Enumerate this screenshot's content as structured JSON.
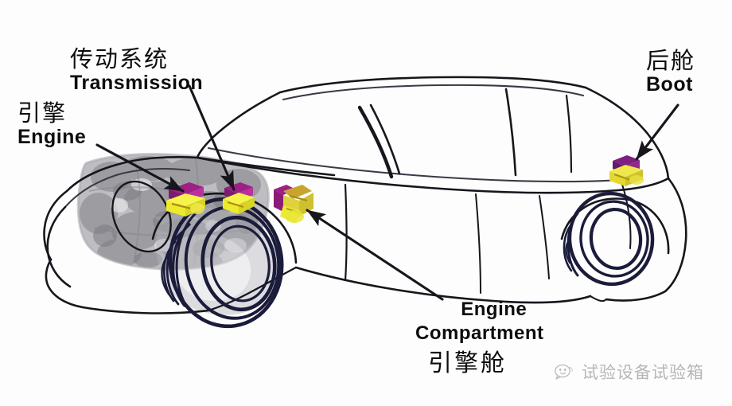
{
  "diagram": {
    "title_alt": "Car component locations diagram",
    "background_color": "#fdfdfd",
    "outline_color": "#16161d",
    "wheel_color": "#1b1b3a",
    "engine_block_color": "#9a9a9e"
  },
  "labels": {
    "transmission": {
      "cn": "传动系统",
      "en": "Transmission"
    },
    "engine": {
      "cn": "引擎",
      "en": "Engine"
    },
    "boot": {
      "cn": "后舱",
      "en": "Boot"
    },
    "engine_compartment": {
      "en_line1": "Engine",
      "en_line2": "Compartment",
      "cn": "引擎舱"
    }
  },
  "components": [
    {
      "name": "engine-module",
      "top_color": "#9e1f86",
      "bottom_color": "#edea2c"
    },
    {
      "name": "transmission-module",
      "top_color": "#9e1f86",
      "bottom_color": "#edea2c"
    },
    {
      "name": "engine-compartment-module",
      "top_color": "#9e1f86",
      "bottom_color": "#d8c83a"
    },
    {
      "name": "boot-module",
      "top_color": "#7d2080",
      "bottom_color": "#e3d92e"
    }
  ],
  "watermark": {
    "text": "试验设备试验箱",
    "icon": "chat-face-icon"
  }
}
